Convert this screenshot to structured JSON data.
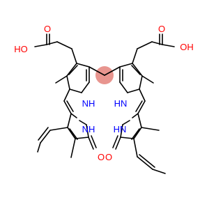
{
  "molecule": {
    "labels": {
      "cooh_left_O": "O",
      "cooh_left_OH": "HO",
      "cooh_right_O": "O",
      "cooh_right_OH": "OH",
      "nh_upper_left": "NH",
      "nh_upper_right": "HN",
      "nh_lower_left": "NH",
      "nh_lower_right": "HN",
      "carbonyl_left": "O",
      "carbonyl_right": "O"
    },
    "colors": {
      "bond": "#000000",
      "heteroatom": "#ff0000",
      "nitrogen": "#0000ff",
      "highlight": "#e8958f"
    }
  }
}
